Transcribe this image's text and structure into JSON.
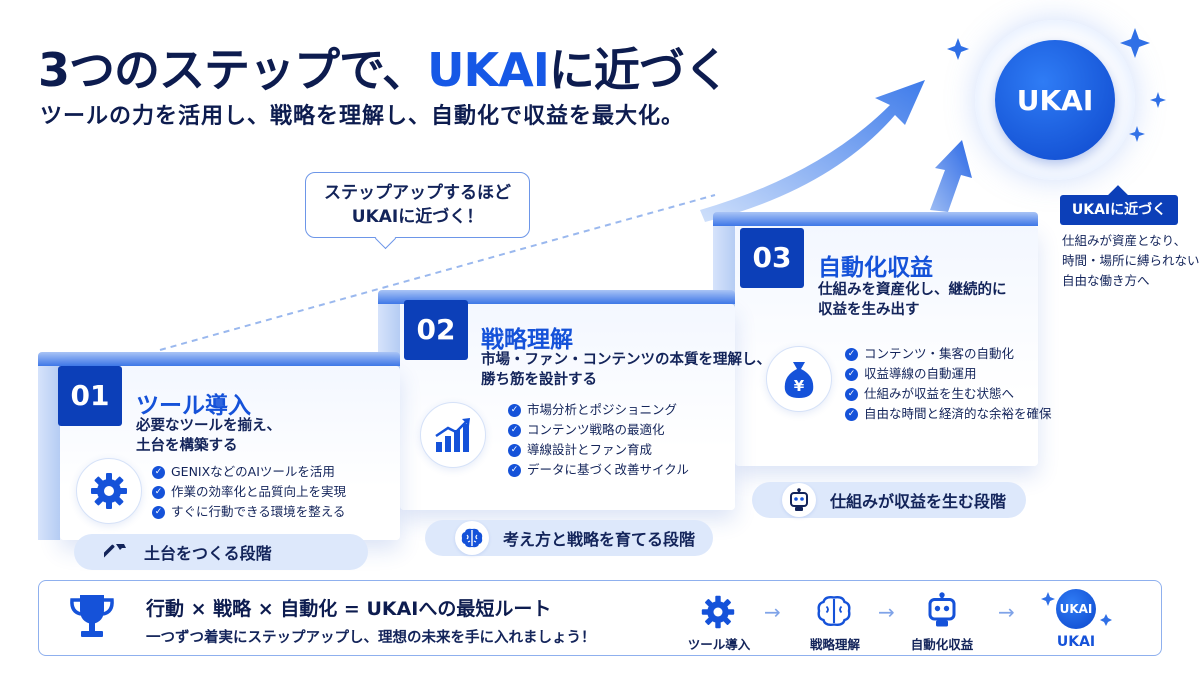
{
  "header": {
    "title_prefix": "3つのステップで、",
    "title_highlight": "UKAI",
    "title_suffix": "に近づく",
    "subtitle": "ツールの力を活用し、戦略を理解し、自動化で収益を最大化。"
  },
  "bubble": {
    "line1": "ステップアップするほど",
    "line2": "UKAIに近づく！"
  },
  "steps": [
    {
      "number": "01",
      "title": "ツール導入",
      "desc_line1": "必要なツールを揃え、",
      "desc_line2": "土台を構築する",
      "icon": "gear-icon",
      "items": [
        "GENIXなどのAIツールを活用",
        "作業の効率化と品質向上を実現",
        "すぐに行動できる環境を整える"
      ],
      "stage": "土台をつくる段階",
      "stage_icon": "hammer-icon"
    },
    {
      "number": "02",
      "title": "戦略理解",
      "desc_line1": "市場・ファン・コンテンツの本質を理解し、",
      "desc_line2": "勝ち筋を設計する",
      "icon": "growth-chart-icon",
      "items": [
        "市場分析とポジショニング",
        "コンテンツ戦略の最適化",
        "導線設計とファン育成",
        "データに基づく改善サイクル"
      ],
      "stage": "考え方と戦略を育てる段階",
      "stage_icon": "brain-icon"
    },
    {
      "number": "03",
      "title": "自動化収益",
      "desc_line1": "仕組みを資産化し、継続的に",
      "desc_line2": "収益を生み出す",
      "icon": "money-bag-icon",
      "items": [
        "コンテンツ・集客の自動化",
        "収益導線の自動運用",
        "仕組みが収益を生む状態へ",
        "自由な時間と経済的な余裕を確保"
      ],
      "stage": "仕組みが収益を生む段階",
      "stage_icon": "robot-icon"
    }
  ],
  "goal": {
    "label": "UKAI",
    "badge": "UKAIに近づく",
    "desc": [
      "仕組みが資産となり、",
      "時間・場所に縛られない",
      "自由な働き方へ"
    ]
  },
  "bottom": {
    "main": "行動 × 戦略 × 自動化 = UKAIへの最短ルート",
    "sub": "一つずつ着実にステップアップし、理想の未来を手に入れましょう！",
    "flow": [
      "ツール導入",
      "戦略理解",
      "自動化収益",
      "UKAI"
    ],
    "goal_icon_label": "UKAI"
  },
  "colors": {
    "primary": "#1552d9",
    "navy": "#0d1c4f",
    "badge": "#0c3fb8"
  }
}
